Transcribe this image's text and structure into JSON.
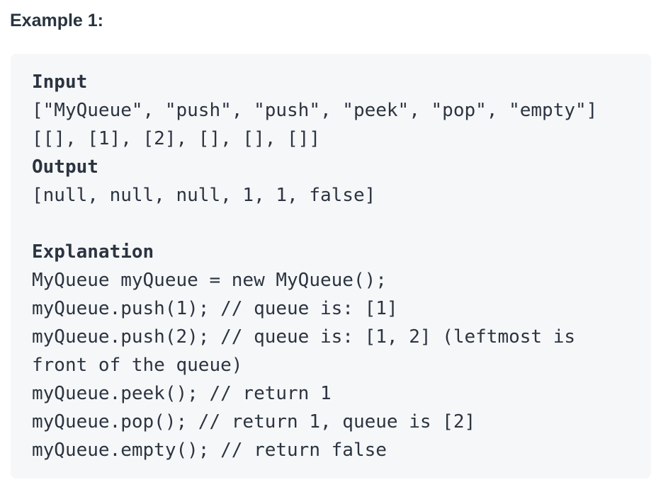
{
  "colors": {
    "page_background": "#ffffff",
    "panel_background": "#f6f7f9",
    "text": "#2b3440",
    "heading_text": "#283441"
  },
  "example": {
    "title": "Example 1:",
    "input_label": "Input",
    "input_lines": [
      "[\"MyQueue\", \"push\", \"push\", \"peek\", \"pop\", \"empty\"]",
      "[[], [1], [2], [], [], []]"
    ],
    "output_label": "Output",
    "output_lines": [
      "[null, null, null, 1, 1, false]"
    ],
    "explanation_label": "Explanation",
    "explanation_lines": [
      "MyQueue myQueue = new MyQueue();",
      "myQueue.push(1); // queue is: [1]",
      "myQueue.push(2); // queue is: [1, 2] (leftmost is front of the queue)",
      "myQueue.peek(); // return 1",
      "myQueue.pop(); // return 1, queue is [2]",
      "myQueue.empty(); // return false"
    ]
  }
}
